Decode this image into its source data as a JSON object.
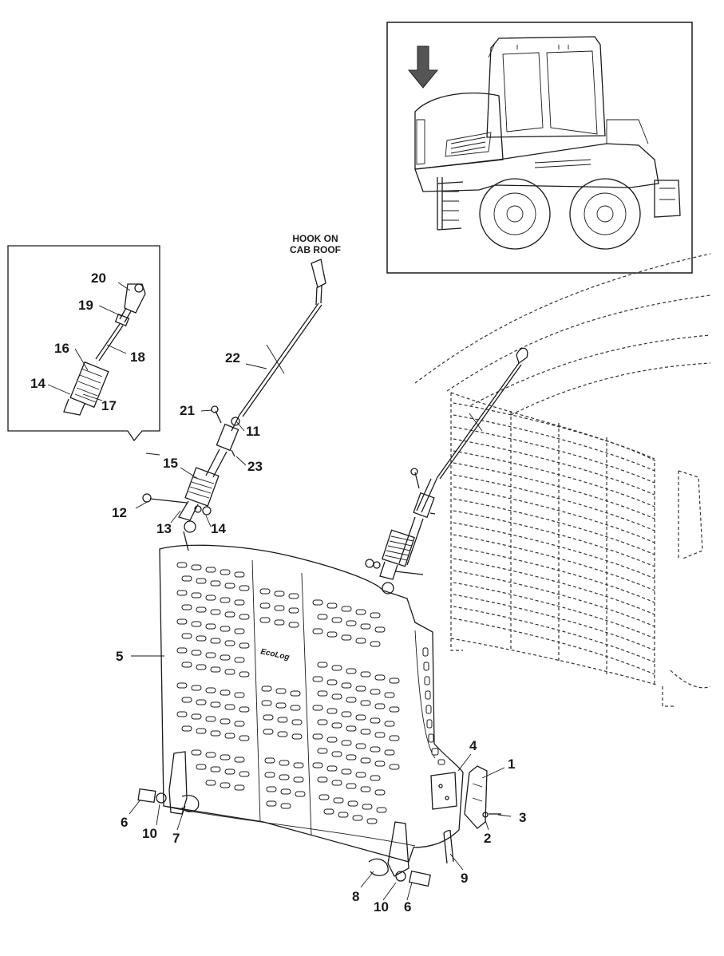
{
  "note": {
    "line1": "HOOK ON",
    "line2": "CAB ROOF"
  },
  "brand_mark": "EcoLog",
  "callouts": {
    "c1": "1",
    "c2": "2",
    "c3": "3",
    "c4": "4",
    "c5": "5",
    "c6a": "6",
    "c6b": "6",
    "c7": "7",
    "c8": "8",
    "c9": "9",
    "c10a": "10",
    "c10b": "10",
    "c11": "11",
    "c12": "12",
    "c13": "13",
    "c14a": "14",
    "c14b": "14",
    "c15": "15",
    "c16": "16",
    "c17": "17",
    "c18": "18",
    "c19": "19",
    "c20": "20",
    "c21": "21",
    "c22": "22",
    "c23": "23"
  },
  "icons": {
    "location_arrow": "down-arrow-icon"
  }
}
